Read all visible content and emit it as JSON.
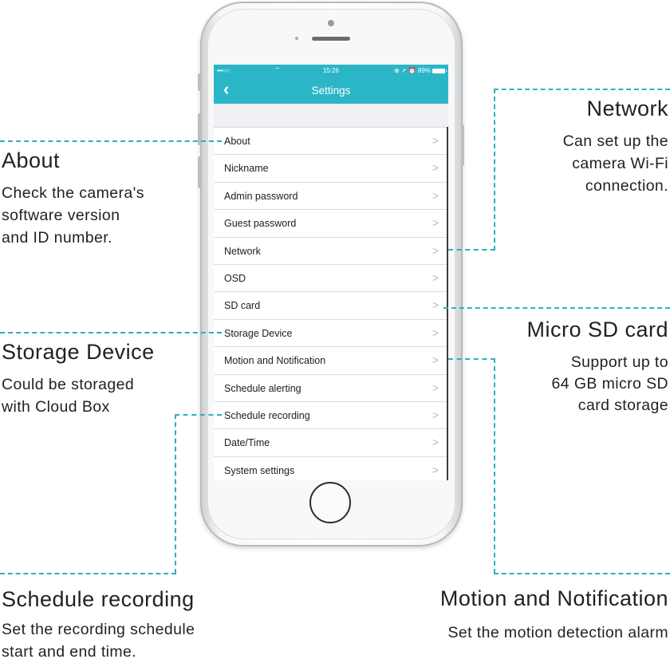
{
  "status_bar": {
    "carrier": "•••○○",
    "wifi": "⌔",
    "time": "15:26",
    "indicators": "⊕ ➚ ⏰ 89%"
  },
  "nav": {
    "back_icon": "chevron-left-icon",
    "back_glyph": "‹",
    "title": "Settings"
  },
  "settings": {
    "chevron_glyph": ">",
    "items": [
      {
        "label": "About"
      },
      {
        "label": "Nickname"
      },
      {
        "label": "Admin password"
      },
      {
        "label": "Guest password"
      },
      {
        "label": "Network"
      },
      {
        "label": "OSD"
      },
      {
        "label": "SD card"
      },
      {
        "label": "Storage Device"
      },
      {
        "label": "Motion and Notification"
      },
      {
        "label": "Schedule alerting"
      },
      {
        "label": "Schedule recording"
      },
      {
        "label": "Date/Time"
      },
      {
        "label": "System settings"
      }
    ]
  },
  "annotations": {
    "about": {
      "title": "About",
      "desc": [
        "Check the camera's",
        "software version",
        "and ID number."
      ]
    },
    "storage": {
      "title": "Storage Device",
      "desc": [
        "Could be storaged",
        "with Cloud Box"
      ]
    },
    "schedule": {
      "title": "Schedule recording",
      "desc": [
        "Set the recording schedule",
        "start and end time."
      ]
    },
    "network": {
      "title": "Network",
      "desc": [
        "Can set up the",
        "camera Wi-Fi",
        "connection."
      ]
    },
    "sdcard": {
      "title": "Micro SD card",
      "desc": [
        "Support up to",
        "64 GB micro SD",
        "card  storage"
      ]
    },
    "motion": {
      "title": "Motion and  Notification",
      "desc": [
        "Set the motion detection alarm"
      ]
    }
  },
  "colors": {
    "accent": "#2bb6c8",
    "callout_line": "#2cafc0",
    "text": "#231f20"
  }
}
